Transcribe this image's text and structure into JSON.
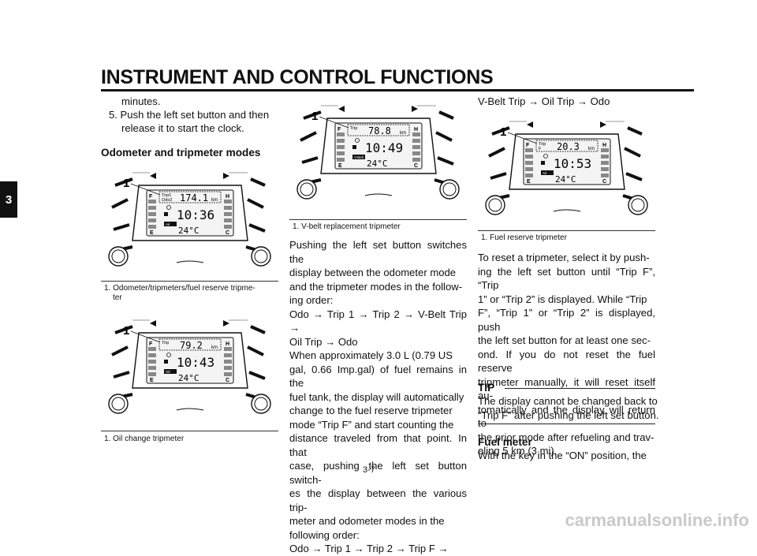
{
  "header": {
    "title": "INSTRUMENT AND CONTROL FUNCTIONS",
    "chapter_tab": "3"
  },
  "col1": {
    "line1": "minutes.",
    "line2": "5. Push the left set button and then",
    "line3": "release it to start the clock.",
    "heading": "Odometer and tripmeter modes",
    "fig1_caption_l1": "1. Odometer/tripmeters/fuel reserve tripme-",
    "fig1_caption_l2": "ter",
    "fig2_caption": "1. Oil change tripmeter"
  },
  "col2": {
    "fig3_caption": "1. V-belt replacement tripmeter",
    "para_lines": [
      "Pushing the left set button switches the",
      "display between the odometer mode",
      "and the tripmeter modes in the follow-",
      "ing order:",
      "Odo → Trip 1 → Trip 2 → V-Belt Trip →",
      "Oil Trip → Odo",
      "When approximately 3.0 L (0.79 US",
      "gal, 0.66 Imp.gal) of fuel remains in the",
      "fuel tank, the display will automatically",
      "change to the fuel reserve tripmeter",
      "mode “Trip F” and start counting the",
      "distance traveled from that point. In that",
      "case, pushing the left set button switch-",
      "es the display between the various trip-",
      "meter and odometer modes in the",
      "following order:",
      "Odo → Trip 1 → Trip 2 → Trip F →"
    ]
  },
  "col3": {
    "line1": "V-Belt Trip → Oil Trip → Odo",
    "fig4_caption": "1. Fuel reserve tripmeter",
    "para_lines": [
      "To reset a tripmeter, select it by push-",
      "ing the left set button until “Trip F”, “Trip",
      "1” or “Trip 2” is displayed. While “Trip",
      "F”, “Trip 1” or “Trip 2” is displayed, push",
      "the left set button for at least one sec-",
      "ond. If you do not reset the fuel reserve",
      "tripmeter manually, it will reset itself au-",
      "tomatically and the display will return to",
      "the prior mode after refueling and trav-",
      "eling 5 km (3 mi)."
    ],
    "tip_label": "TIP",
    "tip_lines": [
      "The display cannot be changed back to",
      "“Trip F” after pushing the left set button."
    ],
    "fuel_heading": "Fuel meter",
    "fuel_line": "With the key in the “ON” position, the"
  },
  "page_number": "3-7",
  "watermark": "carmanualsonline.info",
  "figures": [
    {
      "id": "fig1",
      "callout": "1",
      "trip_label": "Trip1",
      "trip_label2": "Odo2",
      "distance": "174.1",
      "unit": "km",
      "time": "10:36",
      "temp": "24°C",
      "badge": "Air"
    },
    {
      "id": "fig2",
      "callout": "1",
      "trip_label": "Trip",
      "trip_label2": "",
      "distance": "79.2",
      "unit": "km",
      "time": "10:43",
      "temp": "24°C",
      "badge": "Oil"
    },
    {
      "id": "fig3",
      "callout": "1",
      "trip_label": "Trip",
      "trip_label2": "",
      "distance": "78.8",
      "unit": "km",
      "time": "10:49",
      "temp": "24°C",
      "badge": "V-Belt"
    },
    {
      "id": "fig4",
      "callout": "1",
      "trip_label": "Trip",
      "trip_label2": "F",
      "distance": "20.3",
      "unit": "km",
      "time": "10:53",
      "temp": "24°C",
      "badge": "Air"
    }
  ]
}
